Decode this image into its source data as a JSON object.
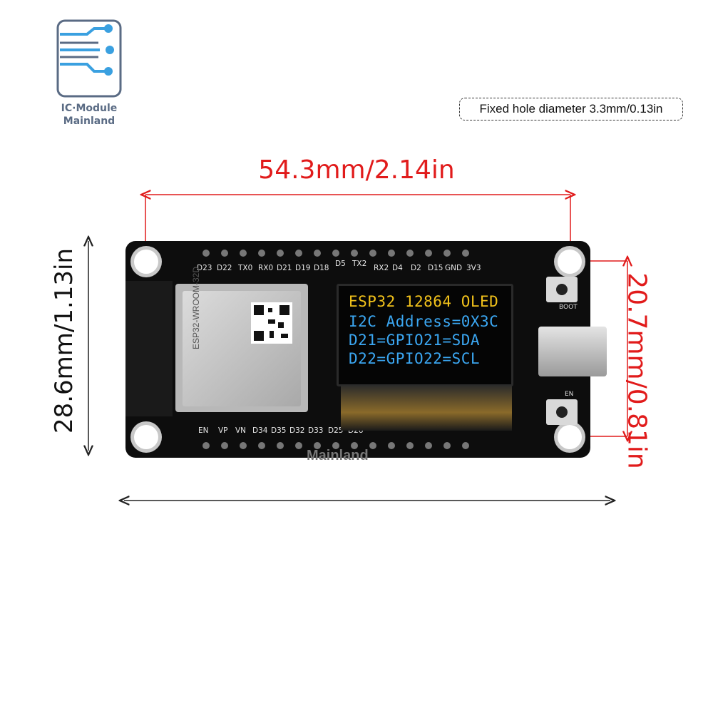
{
  "brand": {
    "line1": "IC·Module",
    "line2": "Mainland"
  },
  "note": "Fixed hole diameter 3.3mm/0.13in",
  "dimensions": {
    "width": "54.3mm/2.14in",
    "hole_spacing": "20.7mm/0.81in",
    "height": "28.6mm/1.13in"
  },
  "oled": {
    "line1": "ESP32  12864  OLED",
    "line2": "I2C Address=0X3C",
    "line3": "D21=GPIO21=SDA",
    "line4": "D22=GPIO22=SCL",
    "color_header": "#f2c21b",
    "color_body": "#3ba7f2"
  },
  "pins_top": [
    "D23",
    "D22",
    "TX0",
    "RX0",
    "D21",
    "D19",
    "D18",
    "D5",
    "TX2",
    "RX2",
    "D4",
    "D2",
    "D15",
    "GND",
    "3V3"
  ],
  "pins_bottom": [
    "EN",
    "VP",
    "VN",
    "D34",
    "D35",
    "D32",
    "D33",
    "D25",
    "D26"
  ],
  "module": {
    "label": "ESP32-WROOM-32D"
  },
  "buttons": {
    "boot": "BOOT",
    "en": "EN"
  },
  "watermark": "Mainland",
  "colors": {
    "dimension": "#e11b1b",
    "board": "#0d0d0d",
    "brand": "#5a6b84"
  }
}
